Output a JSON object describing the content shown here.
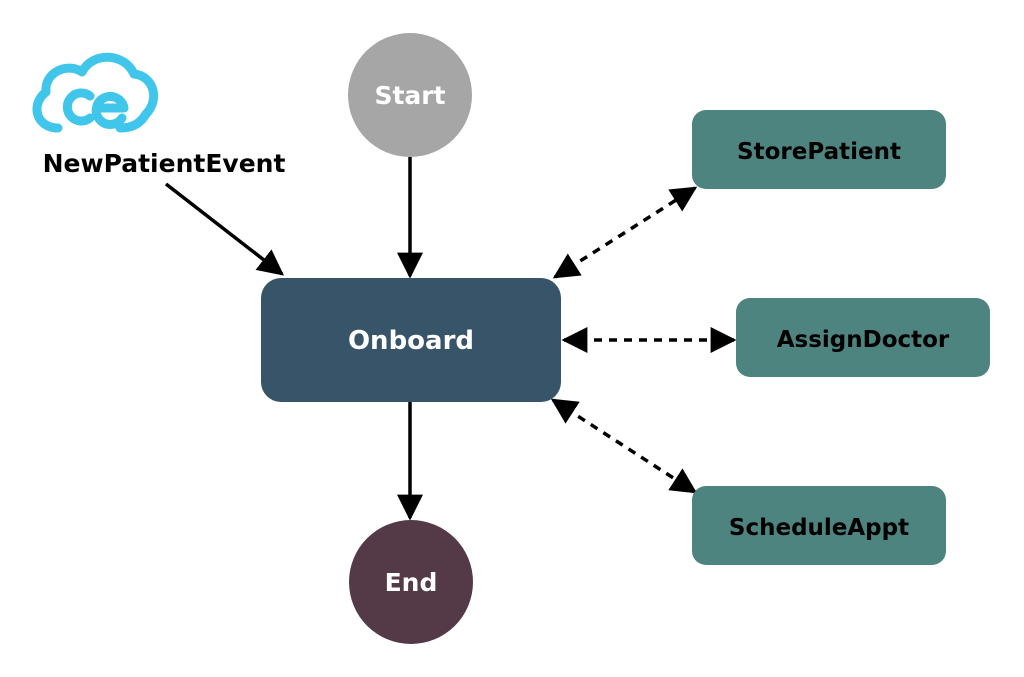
{
  "event": {
    "label": "NewPatientEvent",
    "icon": "cloudevents-logo-icon"
  },
  "nodes": {
    "start": "Start",
    "onboard": "Onboard",
    "end": "End",
    "store_patient": "StorePatient",
    "assign_doctor": "AssignDoctor",
    "schedule_appt": "ScheduleAppt"
  },
  "colors": {
    "start": "#a6a6a6",
    "onboard": "#385468",
    "end": "#533a46",
    "function": "#4e847f",
    "logo": "#3fc6ea",
    "arrow": "#000000"
  }
}
